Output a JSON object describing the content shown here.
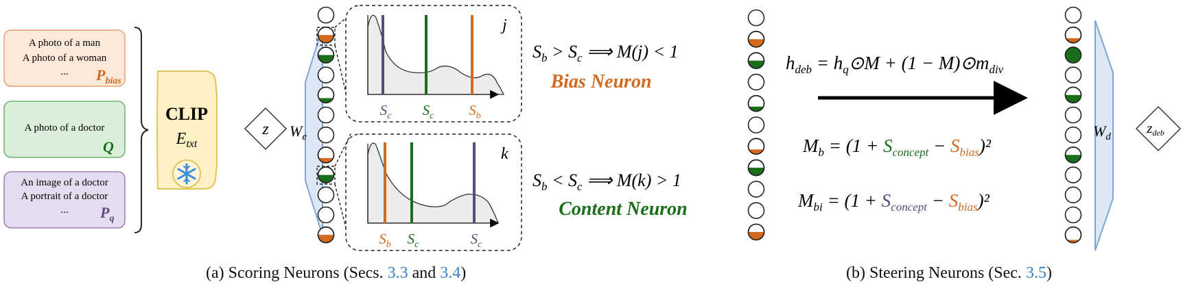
{
  "prompts": [
    {
      "lines": [
        "A photo of a man",
        "A photo of a woman",
        "..."
      ],
      "label": "P",
      "sub": "bias",
      "fill": "#fde9d9",
      "stroke": "#e8a070",
      "label_color": "#d2691e"
    },
    {
      "lines": [
        "A photo of a doctor"
      ],
      "label": "Q",
      "sub": "",
      "fill": "#d9efd9",
      "stroke": "#6cb36c",
      "label_color": "#1a6e1a"
    },
    {
      "lines": [
        "An image of a doctor",
        "A portrait of a doctor",
        "..."
      ],
      "label": "P",
      "sub": "q",
      "fill": "#e6dcef",
      "stroke": "#9a7fb8",
      "label_color": "#5e4a7a"
    }
  ],
  "clip": {
    "title": "CLIP",
    "enc_main": "E",
    "enc_sub": "txt",
    "fill": "#fdf0c4",
    "stroke": "#e3c45a",
    "icon": "snowflake-icon"
  },
  "z_label": "z",
  "encoder": {
    "main": "W",
    "sub": "e"
  },
  "decoder": {
    "main": "W",
    "sub": "d"
  },
  "zdeb": {
    "main": "z",
    "sub": "deb"
  },
  "neuron_fills_left": [
    "empty",
    "orange-half",
    "green-half",
    "empty",
    "green-small",
    "empty",
    "empty",
    "orange-small",
    "green-half",
    "empty",
    "empty",
    "orange-half"
  ],
  "neuron_fills_mid": [
    "empty",
    "orange-half",
    "green-half",
    "empty",
    "green-small",
    "empty",
    "orange-small",
    "green-half",
    "empty",
    "empty",
    "orange-half"
  ],
  "neuron_fills_right": [
    "empty",
    "orange-small",
    "green-full",
    "empty",
    "green-half",
    "empty",
    "empty",
    "green-half",
    "empty",
    "empty",
    "empty",
    "orange-tiny"
  ],
  "panel_j": {
    "id": "j",
    "order": [
      "c-purple",
      "c-green",
      "b-orange"
    ]
  },
  "panel_k": {
    "id": "k",
    "order": [
      "b-orange",
      "c-green",
      "c-purple"
    ]
  },
  "formulas": {
    "bias_rule": "S_b > S_c ⟹ M(j) < 1",
    "bias_title": "Bias Neuron",
    "content_rule": "S_b < S_c ⟹ M(k) > 1",
    "content_title": "Content Neuron",
    "hdeb": "h_deb = h_q⊙M + (1 − M)⊙m_div",
    "mb": "M_b = (1 + S_concept − S_bias)²",
    "mbi": "M_bi = (1 + S_concept − S_bias)²"
  },
  "captions": {
    "a_pre": "(a) Scoring Neurons (Secs. ",
    "a_ref1": "3.3",
    "a_mid": " and ",
    "a_ref2": "3.4",
    "a_post": ")",
    "b_pre": "(b) Steering Neurons (Sec. ",
    "b_ref": "3.5",
    "b_post": ")"
  },
  "colors": {
    "orange": "#d2691e",
    "green": "#1a6e1a",
    "purple": "#5e4a7a",
    "blue_fill": "#dce8f6",
    "blue_stroke": "#7ea6d8"
  }
}
